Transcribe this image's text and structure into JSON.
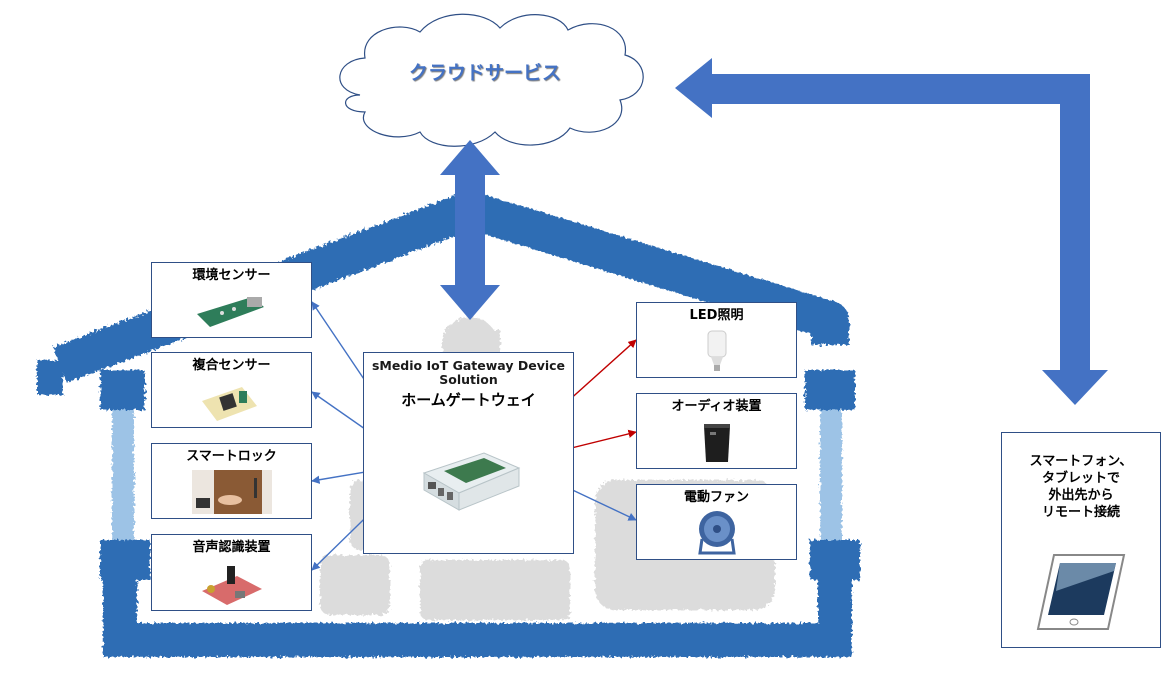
{
  "cloud": {
    "label": "クラウドサービス"
  },
  "gateway": {
    "title": "sMedio IoT Gateway Device Solution",
    "subtitle": "ホームゲートウェイ",
    "image": "raspberry-pi-case"
  },
  "left_devices": [
    {
      "label": "環境センサー",
      "image": "environment-sensor-board"
    },
    {
      "label": "複合センサー",
      "image": "composite-sensor-board"
    },
    {
      "label": "スマートロック",
      "image": "smart-lock-door"
    },
    {
      "label": "音声認識装置",
      "image": "voice-recognition-board"
    }
  ],
  "right_devices": [
    {
      "label": "LED照明",
      "image": "led-bulb"
    },
    {
      "label": "オーディオ装置",
      "image": "audio-speaker"
    },
    {
      "label": "電動ファン",
      "image": "electric-fan"
    }
  ],
  "remote": {
    "label": "スマートフォン、\nタブレットで\n外出先から\nリモート接続",
    "image": "tablet"
  },
  "colors": {
    "arrow_blue": "#4472c4",
    "link_blue": "#4472c4",
    "link_red": "#c00000",
    "house_blue": "#2e6db4",
    "house_light": "#9dc3e6",
    "box_border": "#2f4f86"
  }
}
